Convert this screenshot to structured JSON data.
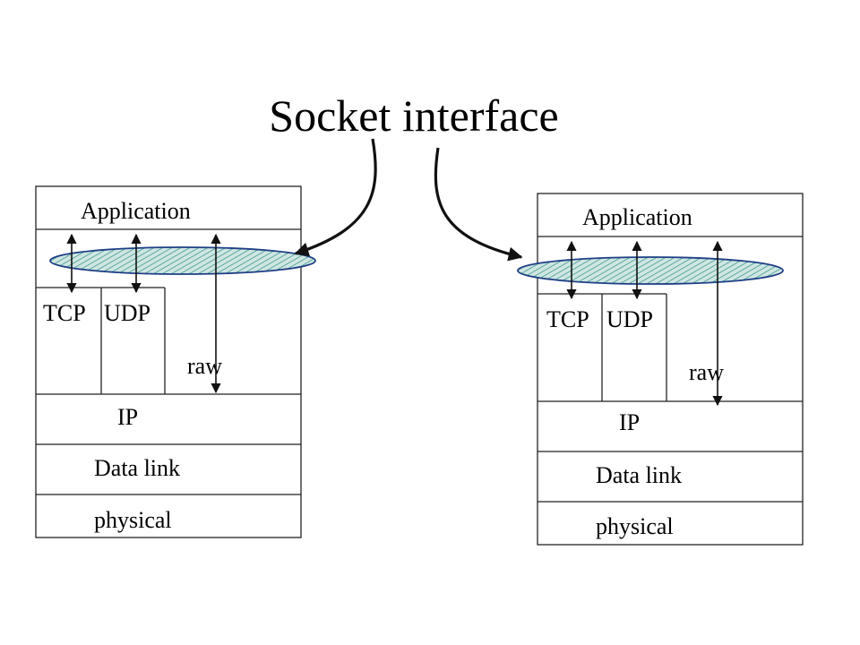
{
  "title": "Socket interface",
  "stacks": [
    {
      "application": "Application",
      "tcp": "TCP",
      "udp": "UDP",
      "raw": "raw",
      "ip": "IP",
      "datalink": "Data link",
      "physical": "physical"
    },
    {
      "application": "Application",
      "tcp": "TCP",
      "udp": "UDP",
      "raw": "raw",
      "ip": "IP",
      "datalink": "Data link",
      "physical": "physical"
    }
  ],
  "colors": {
    "socket_fill": "#cfe6e2",
    "socket_hatch": "#2f8f84",
    "socket_stroke": "#1f3f86"
  }
}
